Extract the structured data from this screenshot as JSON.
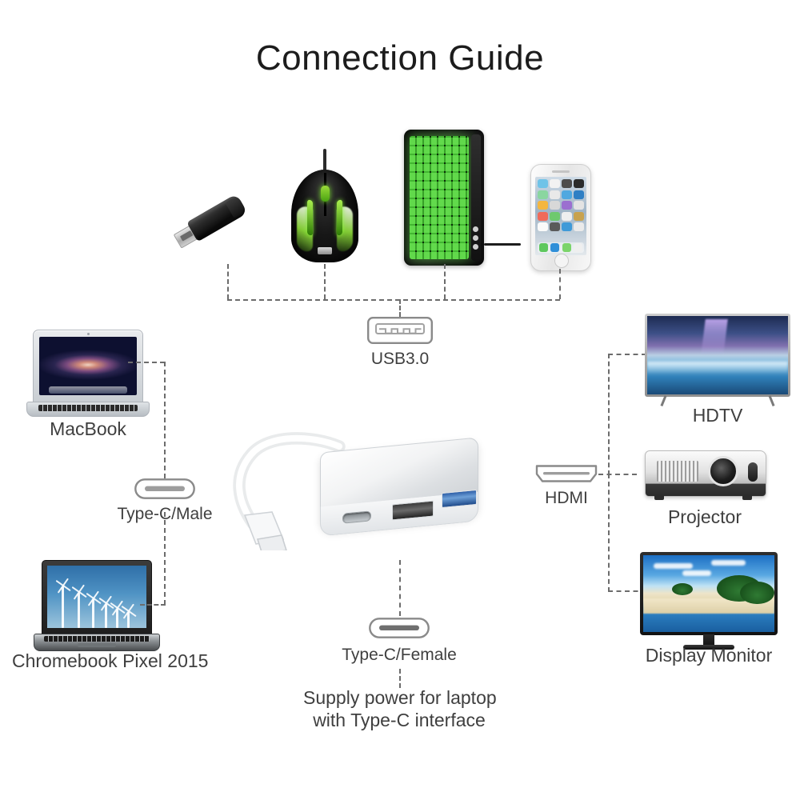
{
  "page": {
    "title": "Connection Guide",
    "background": "#ffffff",
    "text_color": "#3a3a3a",
    "line_color": "#6c6c6c"
  },
  "usb_group": {
    "port_label": "USB3.0",
    "port_icon": "usb-a-port-icon",
    "devices": [
      {
        "name": "usb-flash-drive",
        "label": ""
      },
      {
        "name": "gaming-mouse",
        "label": ""
      },
      {
        "name": "backlit-keyboard",
        "label": ""
      },
      {
        "name": "smartphone",
        "label": ""
      }
    ]
  },
  "typec_male_group": {
    "port_label": "Type-C/Male",
    "port_icon": "type-c-connector-icon",
    "devices": [
      {
        "name": "macbook",
        "label": "MacBook"
      },
      {
        "name": "chromebook",
        "label": "Chromebook Pixel 2015"
      }
    ]
  },
  "typec_female_group": {
    "port_label": "Type-C/Female",
    "port_icon": "type-c-connector-icon",
    "note_line1": "Supply power for laptop",
    "note_line2": "with Type-C interface"
  },
  "hdmi_group": {
    "port_label": "HDMI",
    "port_icon": "hdmi-port-icon",
    "devices": [
      {
        "name": "hdtv",
        "label": "HDTV"
      },
      {
        "name": "projector",
        "label": "Projector"
      },
      {
        "name": "display-monitor",
        "label": "Display Monitor"
      }
    ]
  },
  "adapter": {
    "name": "usb-c-multiport-adapter",
    "ports": [
      "Type-C",
      "HDMI",
      "USB3.0"
    ],
    "body_color": "#f2f3f4",
    "usb_port_color": "#2e5fa8",
    "hdmi_port_color": "#3a3a3a"
  }
}
